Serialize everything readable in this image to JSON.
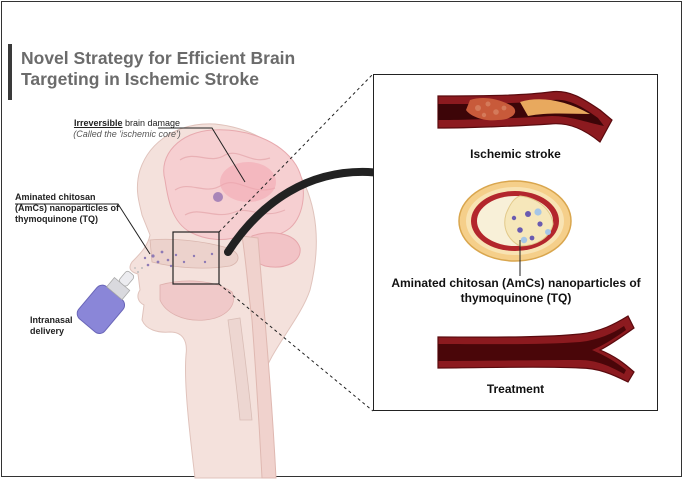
{
  "title": {
    "line1": "Novel Strategy for Efficient Brain",
    "line2": "Targeting in Ischemic Stroke"
  },
  "labels": {
    "brain_damage_word": "Irreversible",
    "brain_damage_rest": " brain damage",
    "brain_damage_note": "(Called the 'ischemic core')",
    "amcs": "Aminated chitosan (AmCs) nanoparticles of thymoquinone (TQ)",
    "intranasal": "Intranasal delivery"
  },
  "panel": {
    "stroke_caption": "Ischemic stroke",
    "nanoparticle_caption": "Aminated chitosan (AmCs) nanoparticles of thymoquinone (TQ)",
    "treatment_caption": "Treatment"
  },
  "colors": {
    "vessel_dark": "#6b0f14",
    "vessel_wall": "#b3262c",
    "clot": "#c85a3a",
    "plaque": "#e8a95e",
    "head_skin": "#f2dcd6",
    "brain": "#f4c9cc",
    "bottle": "#8a86d8"
  }
}
